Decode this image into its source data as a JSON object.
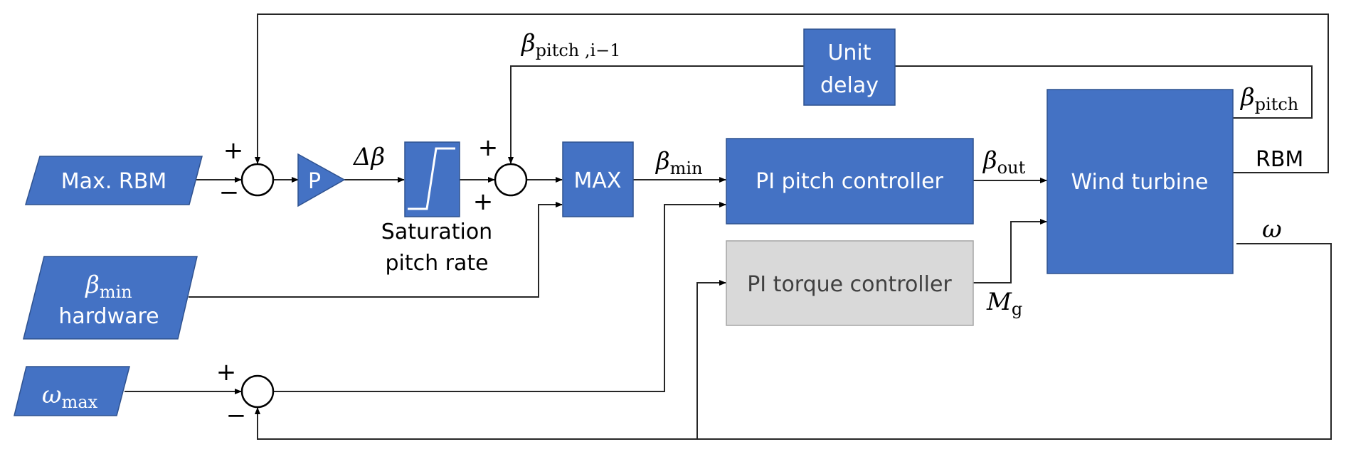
{
  "diagram": {
    "type": "block-diagram",
    "colors": {
      "block_fill": "#4472c4",
      "block_border": "#2f528f",
      "inactive_block_fill": "#d9d9d9",
      "inactive_block_text": "#404040",
      "wire": "#262626"
    },
    "inputs": {
      "max_rbm": "Max. RBM",
      "beta_min_hw": {
        "symbol": "β",
        "sub": "min",
        "line2": "hardware"
      },
      "omega_max": {
        "symbol": "ω",
        "sub": "max"
      }
    },
    "blocks": {
      "gain": "P",
      "saturation_caption_1": "Saturation",
      "saturation_caption_2": "pitch rate",
      "max": "MAX",
      "unit_delay_1": "Unit",
      "unit_delay_2": "delay",
      "pi_pitch": "PI pitch controller",
      "pi_torque": "PI torque controller",
      "wind_turbine": "Wind turbine"
    },
    "signals": {
      "delta_beta": {
        "symbol": "Δβ"
      },
      "beta_pitch_prev": {
        "symbol": "β",
        "sub": "pitch ,i−1"
      },
      "beta_min": {
        "symbol": "β",
        "sub": "min"
      },
      "beta_out": {
        "symbol": "β",
        "sub": "out"
      },
      "beta_pitch": {
        "symbol": "β",
        "sub": "pitch"
      },
      "rbm": "RBM",
      "omega": {
        "symbol": "ω"
      },
      "mg": {
        "symbol": "M",
        "sub": "g"
      }
    },
    "signs": {
      "sum1_top": "+",
      "sum1_left": "−",
      "sum2_top": "+",
      "sum2_bottom": "+",
      "sum3_top": "+",
      "sum3_bottom": "−"
    }
  }
}
